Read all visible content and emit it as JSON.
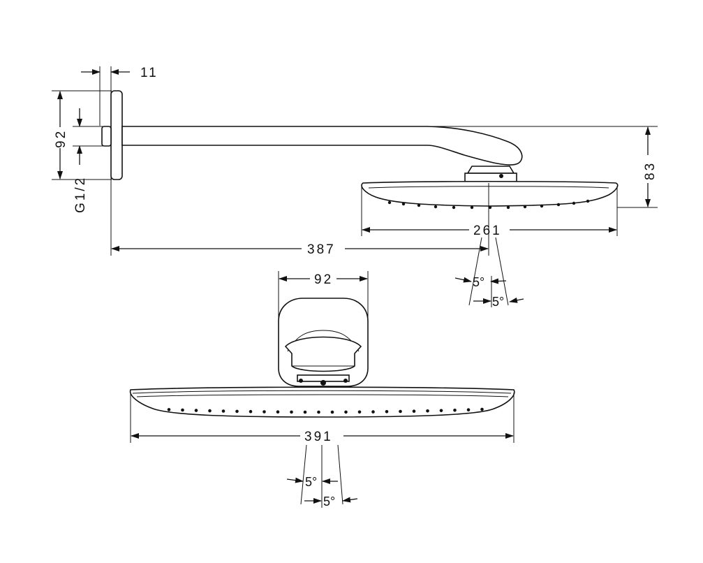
{
  "dimensions": {
    "flange_thickness": "11",
    "flange_height": "92",
    "thread": "G1/2",
    "head_height": "83",
    "head_depth": "261",
    "projection": "387",
    "arm_width": "92",
    "head_width": "391",
    "angle_a": "5°",
    "angle_b": "5°",
    "angle_c": "5°",
    "angle_d": "5°"
  }
}
